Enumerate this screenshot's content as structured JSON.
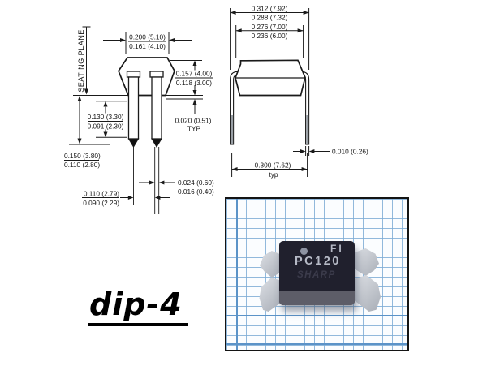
{
  "title_label": "dip-4",
  "side_view": {
    "seating_plane_label": "SEATING PLANE",
    "dim_top_width": {
      "line1": "0.200 (5.10)",
      "line2": "0.161 (4.10)"
    },
    "dim_body_height": {
      "line1": "0.157 (4.00)",
      "line2": "0.118 (3.00)"
    },
    "dim_lead_thickness": {
      "line1": "0.020 (0.51)",
      "line2": "TYP"
    },
    "dim_shoulder_length": {
      "line1": "0.130 (3.30)",
      "line2": "0.091 (2.30)"
    },
    "dim_standoff": {
      "line1": "0.150 (3.80)",
      "line2": "0.110 (2.80)"
    },
    "dim_tip_width": {
      "line1": "0.024 (0.60)",
      "line2": "0.016 (0.40)"
    },
    "dim_lead_pitch": {
      "line1": "0.110 (2.79)",
      "line2": "0.090 (2.29)"
    }
  },
  "front_view": {
    "dim_overall_width": {
      "line1": "0.312 (7.92)",
      "line2": "0.288 (7.32)"
    },
    "dim_body_width": {
      "line1": "0.276 (7.00)",
      "line2": "0.236 (6.00)"
    },
    "dim_lead_width": "0.010 (0.26)",
    "dim_row_spacing": {
      "line1": "0.300 (7.62)",
      "line2": "typ"
    }
  },
  "photo": {
    "marking_top_right": "FI",
    "marking_part_number": "PC120",
    "marking_brand": "SHARP"
  },
  "colors": {
    "line": "#1a1a1a",
    "graph_paper_blue": "#7fadd6",
    "graph_paper_major_blue": "#5b93c8",
    "chip_body": "#20202d",
    "chip_marking": "#b6bac6",
    "lead_gray": "#bcc0c8"
  }
}
